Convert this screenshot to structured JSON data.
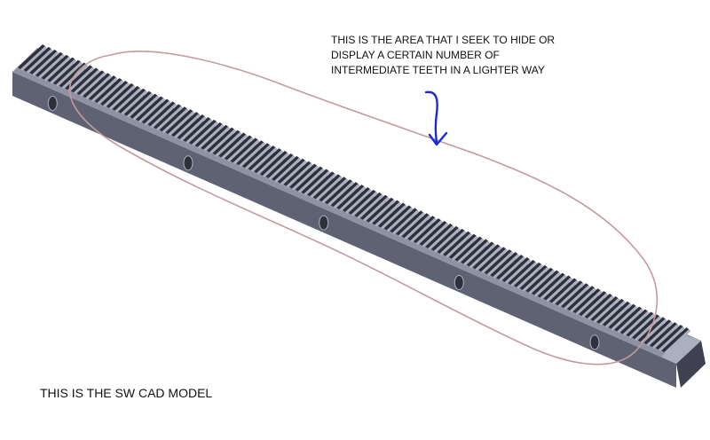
{
  "annotation": {
    "lines": [
      "THIS IS THE AREA THAT I SEEK TO HIDE OR",
      "DISPLAY A CERTAIN NUMBER OF",
      "INTERMEDIATE TEETH IN A LIGHTER WAY"
    ]
  },
  "caption": "THIS IS THE SW CAD MODEL",
  "colors": {
    "rack_top": "#8e92a2",
    "rack_front": "#5f6272",
    "rack_side": "#3f4150",
    "tooth_dark": "#2e303b",
    "tooth_light": "#aab0c0",
    "outline": "#c59a9e",
    "arrow": "#1a2bd6"
  },
  "rack": {
    "tooth_count": 110,
    "hole_count": 5
  }
}
